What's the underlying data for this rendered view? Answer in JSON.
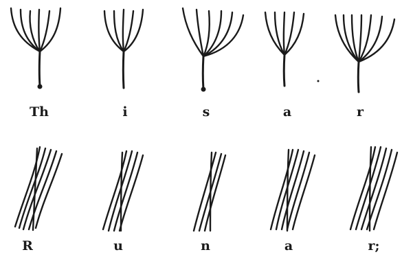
{
  "rows": [
    {
      "labels": [
        "Th",
        "i",
        "s",
        "a",
        "r"
      ]
    },
    {
      "labels": [
        "R",
        "u",
        "n",
        "a",
        "r;"
      ]
    }
  ]
}
